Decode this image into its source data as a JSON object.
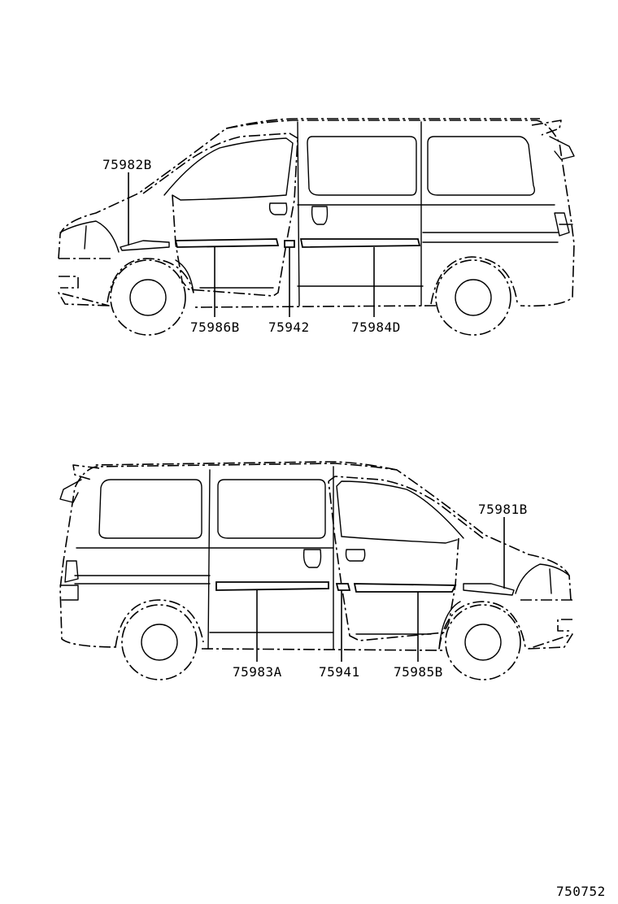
{
  "diagram": {
    "top_view": {
      "callouts": [
        "75982B",
        "75986B",
        "75942",
        "75984D"
      ]
    },
    "bottom_view": {
      "callouts": [
        "75981B",
        "75983A",
        "75941",
        "75985B"
      ]
    },
    "figure_number": "750752"
  }
}
